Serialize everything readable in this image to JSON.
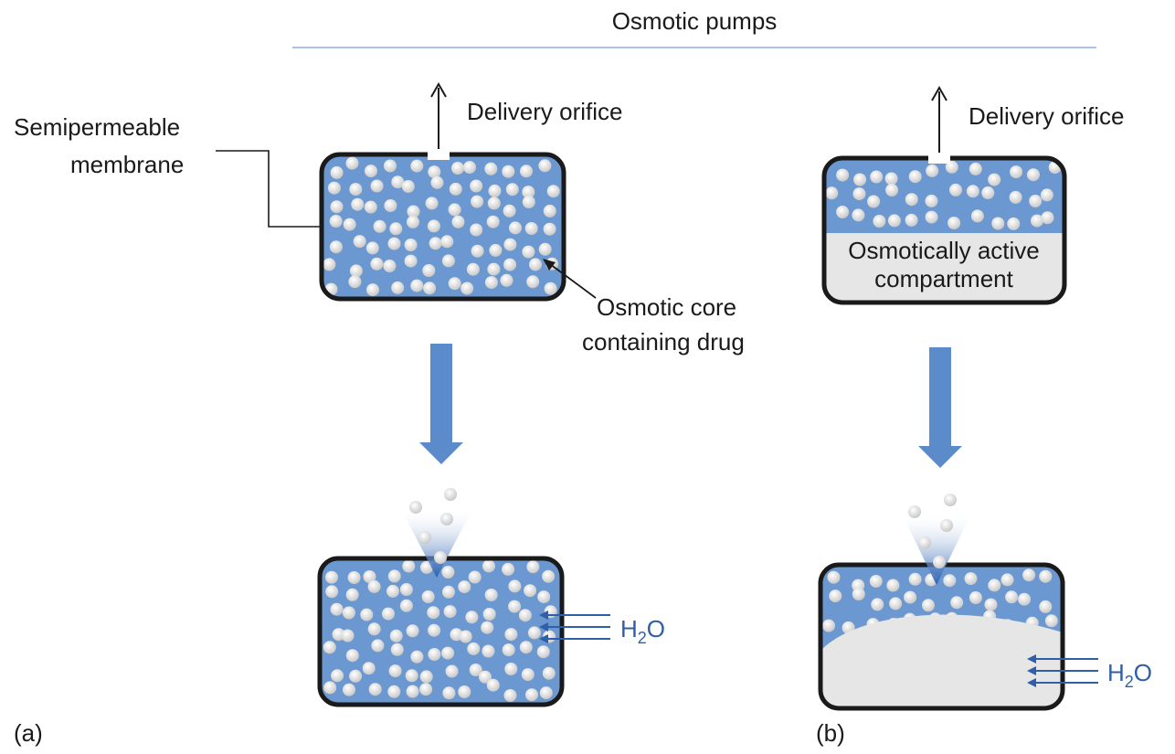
{
  "title": "Osmotic pumps",
  "panel_a": {
    "tag": "(a)",
    "membrane_label": [
      "Semipermeable",
      "membrane"
    ],
    "orifice_label": "Delivery orifice",
    "core_label": [
      "Osmotic core",
      "containing drug"
    ],
    "water": {
      "main": "H",
      "sub": "2",
      "tail": "O"
    }
  },
  "panel_b": {
    "tag": "(b)",
    "orifice_label": "Delivery orifice",
    "compartment_label": [
      "Osmotically active",
      "compartment"
    ],
    "water": {
      "main": "H",
      "sub": "2",
      "tail": "O"
    }
  },
  "colors": {
    "core_blue": "#6b98d0",
    "arrow_blue": "#5b8bcb",
    "outline": "#1a1a1a",
    "particle": "#e8e8e8",
    "compartment_grey": "#e6e6e6",
    "water_blue": "#2f5fa8",
    "divider": "#a9c4e4"
  }
}
